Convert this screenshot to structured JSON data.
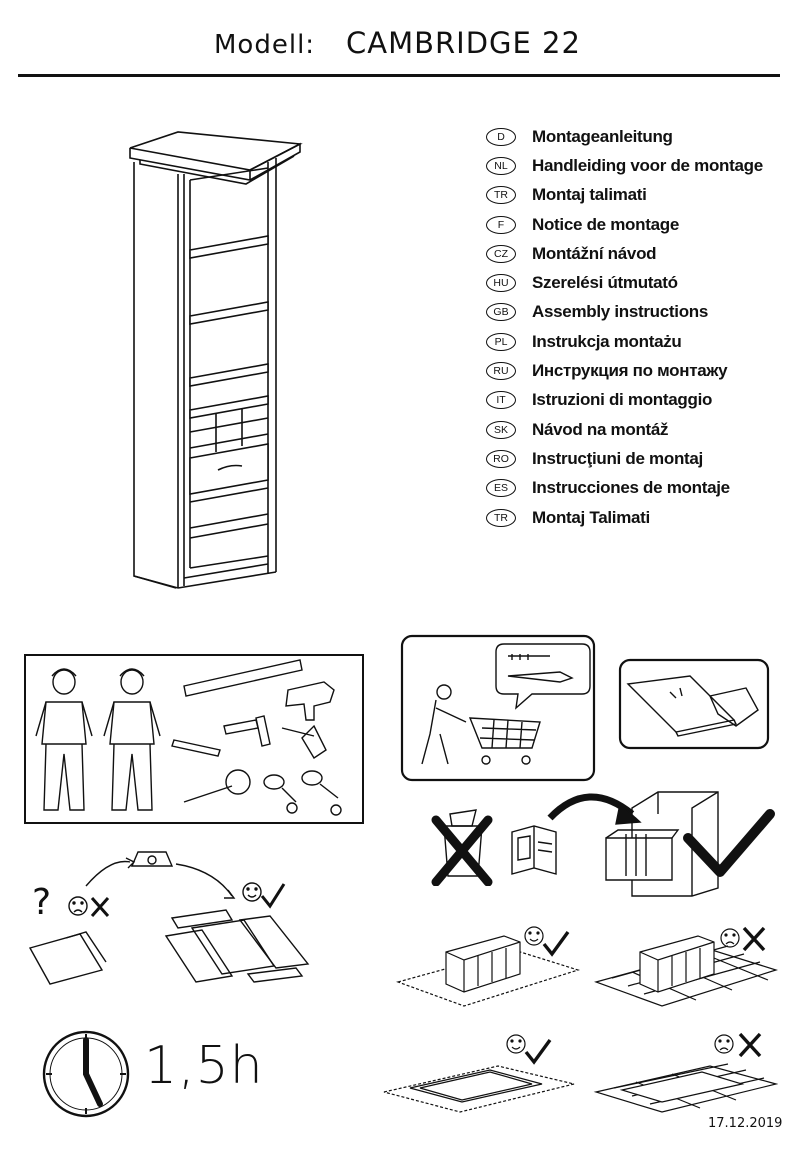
{
  "header": {
    "model_label": "Modell:",
    "model_name": "CAMBRIDGE 22"
  },
  "languages": [
    {
      "code": "D",
      "text": "Montageanleitung"
    },
    {
      "code": "NL",
      "text": "Handleiding voor de montage"
    },
    {
      "code": "TR",
      "text": "Montaj talimati"
    },
    {
      "code": "F",
      "text": "Notice de montage"
    },
    {
      "code": "CZ",
      "text": "Montážní návod"
    },
    {
      "code": "HU",
      "text": "Szerelési útmutató"
    },
    {
      "code": "GB",
      "text": "Assembly instructions"
    },
    {
      "code": "PL",
      "text": "Instrukcja montażu"
    },
    {
      "code": "RU",
      "text": "Инструкция по монтажу"
    },
    {
      "code": "IT",
      "text": "Istruzioni di montaggio"
    },
    {
      "code": "SK",
      "text": "Návod na montáž"
    },
    {
      "code": "RO",
      "text": "Instrucţiuni de montaj"
    },
    {
      "code": "ES",
      "text": "Instrucciones de montaje"
    },
    {
      "code": "TR",
      "text": "Montaj Talimati"
    }
  ],
  "assembly_time": "1,5h",
  "date": "17.12.2019",
  "icons": {
    "cabinet": "bookcase-illustration",
    "workers": "two-workers-icon",
    "tools": "tools-icon",
    "shopping": "shopping-cart-icon",
    "cleaning": "cleaning-cloth-icon",
    "keep_instructions": "filing-cabinet-icon",
    "check": "check-icon",
    "cross": "cross-icon",
    "clock": "clock-icon"
  }
}
